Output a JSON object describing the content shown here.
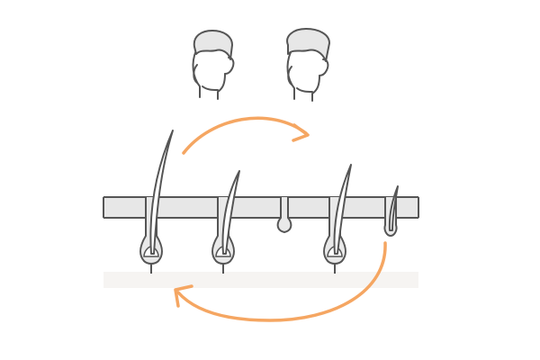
{
  "diagram": {
    "stage_labels": [],
    "colors": {
      "line": "#555555",
      "skin_band": "#e7e7e7",
      "shadow_band": "#f6f4f2",
      "cycle_arrow": "#f5a662",
      "bulb_fill": "#e9e9e9",
      "background": "#ffffff"
    },
    "icons": {
      "head_left": "man-head-icon",
      "head_right": "man-head-icon",
      "arrow_top": "clockwise-arrow-icon",
      "arrow_bottom": "counterclockwise-arrow-icon"
    },
    "follicles": [
      {
        "stage": "anagen",
        "hair": "long"
      },
      {
        "stage": "anagen",
        "hair": "medium"
      },
      {
        "stage": "telogen",
        "hair": "none"
      },
      {
        "stage": "anagen",
        "hair": "medium"
      },
      {
        "stage": "catagen",
        "hair": "short"
      }
    ]
  }
}
